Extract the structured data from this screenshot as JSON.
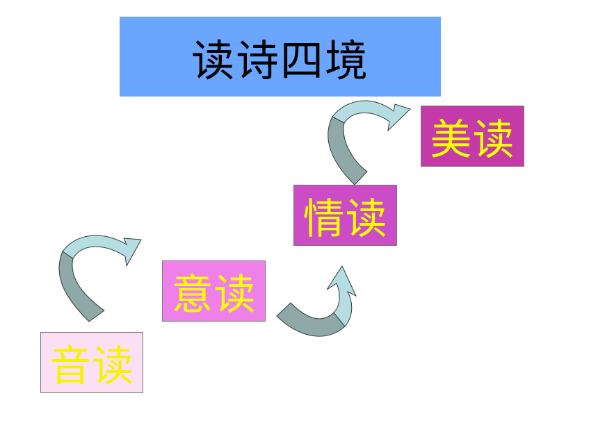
{
  "title": "读诗四境",
  "steps": [
    {
      "label": "音读"
    },
    {
      "label": "意读"
    },
    {
      "label": "情读"
    },
    {
      "label": "美读"
    }
  ],
  "colors": {
    "title_bg": "#6aa6ff",
    "step_1_bg": "#fbe0f5",
    "step_2_bg": "#ef80ea",
    "step_3_bg": "#cc4bc6",
    "step_4_bg": "#c43aa8",
    "step_1_text": "#f4f300",
    "step_text": "#ffff00",
    "arrow_light": "#b6dde2",
    "arrow_dark": "#8fa8a8",
    "arrow_stroke": "#2d3a3a"
  }
}
